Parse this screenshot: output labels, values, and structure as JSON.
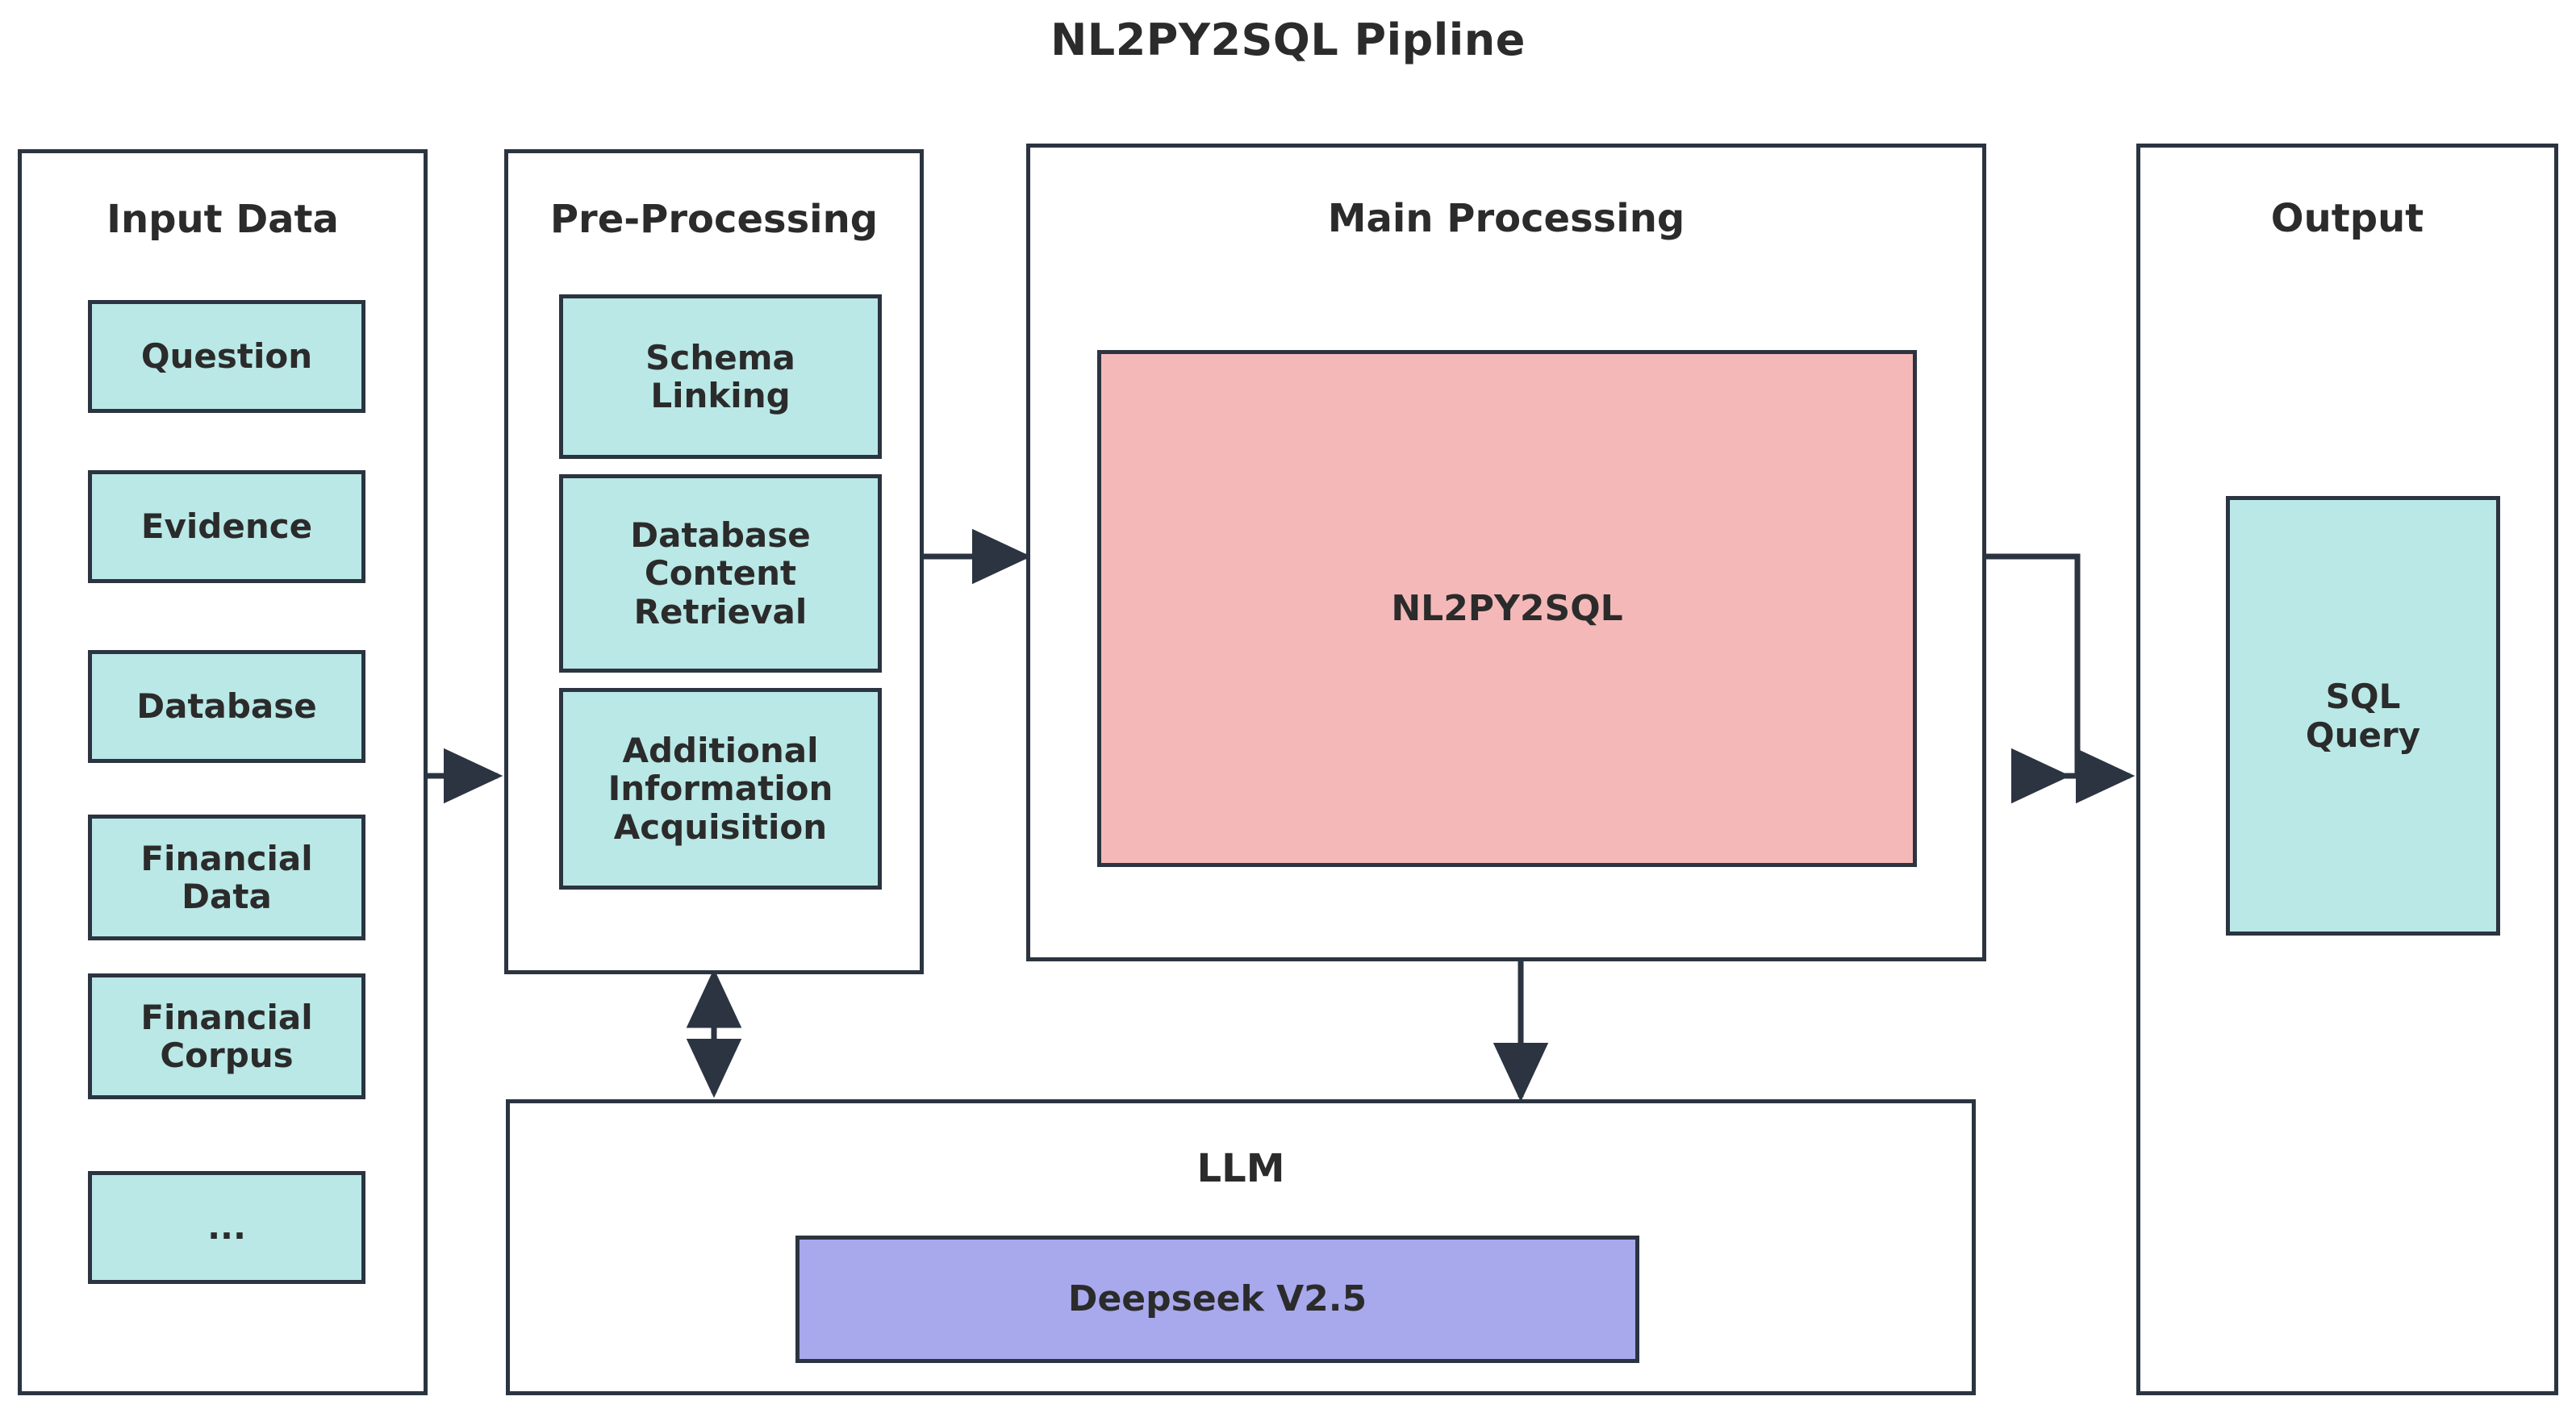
{
  "title": "NL2PY2SQL Pipline",
  "colors": {
    "teal_fill": "#b9e8e6",
    "pink_fill": "#f5b8b8",
    "purple_fill": "#a8a8ec",
    "stroke": "#2b3440",
    "text": "#2b2b2b",
    "background": "#ffffff"
  },
  "panels": {
    "input": {
      "title": "Input Data",
      "items": [
        {
          "label": "Question"
        },
        {
          "label": "Evidence"
        },
        {
          "label": "Database"
        },
        {
          "label": "Financial\nData"
        },
        {
          "label": "Financial\nCorpus"
        },
        {
          "label": "..."
        }
      ]
    },
    "preprocessing": {
      "title": "Pre-Processing",
      "items": [
        {
          "label": "Schema\nLinking"
        },
        {
          "label": "Database\nContent\nRetrieval"
        },
        {
          "label": "Additional\nInformation\nAcquisition"
        }
      ]
    },
    "main": {
      "title": "Main Processing",
      "items": [
        {
          "label": "NL2PY2SQL"
        }
      ]
    },
    "output": {
      "title": "Output",
      "items": [
        {
          "label": "SQL\nQuery"
        }
      ]
    },
    "llm": {
      "title": "LLM",
      "items": [
        {
          "label": "Deepseek V2.5"
        }
      ]
    }
  },
  "connectors": [
    {
      "name": "input-to-preprocessing",
      "kind": "arrow-right"
    },
    {
      "name": "preprocessing-to-main",
      "kind": "arrow-right"
    },
    {
      "name": "main-to-output",
      "kind": "elbow-arrow-right"
    },
    {
      "name": "preprocessing-to-llm",
      "kind": "arrow-bidirectional-vertical"
    },
    {
      "name": "main-to-llm",
      "kind": "arrow-down"
    }
  ]
}
